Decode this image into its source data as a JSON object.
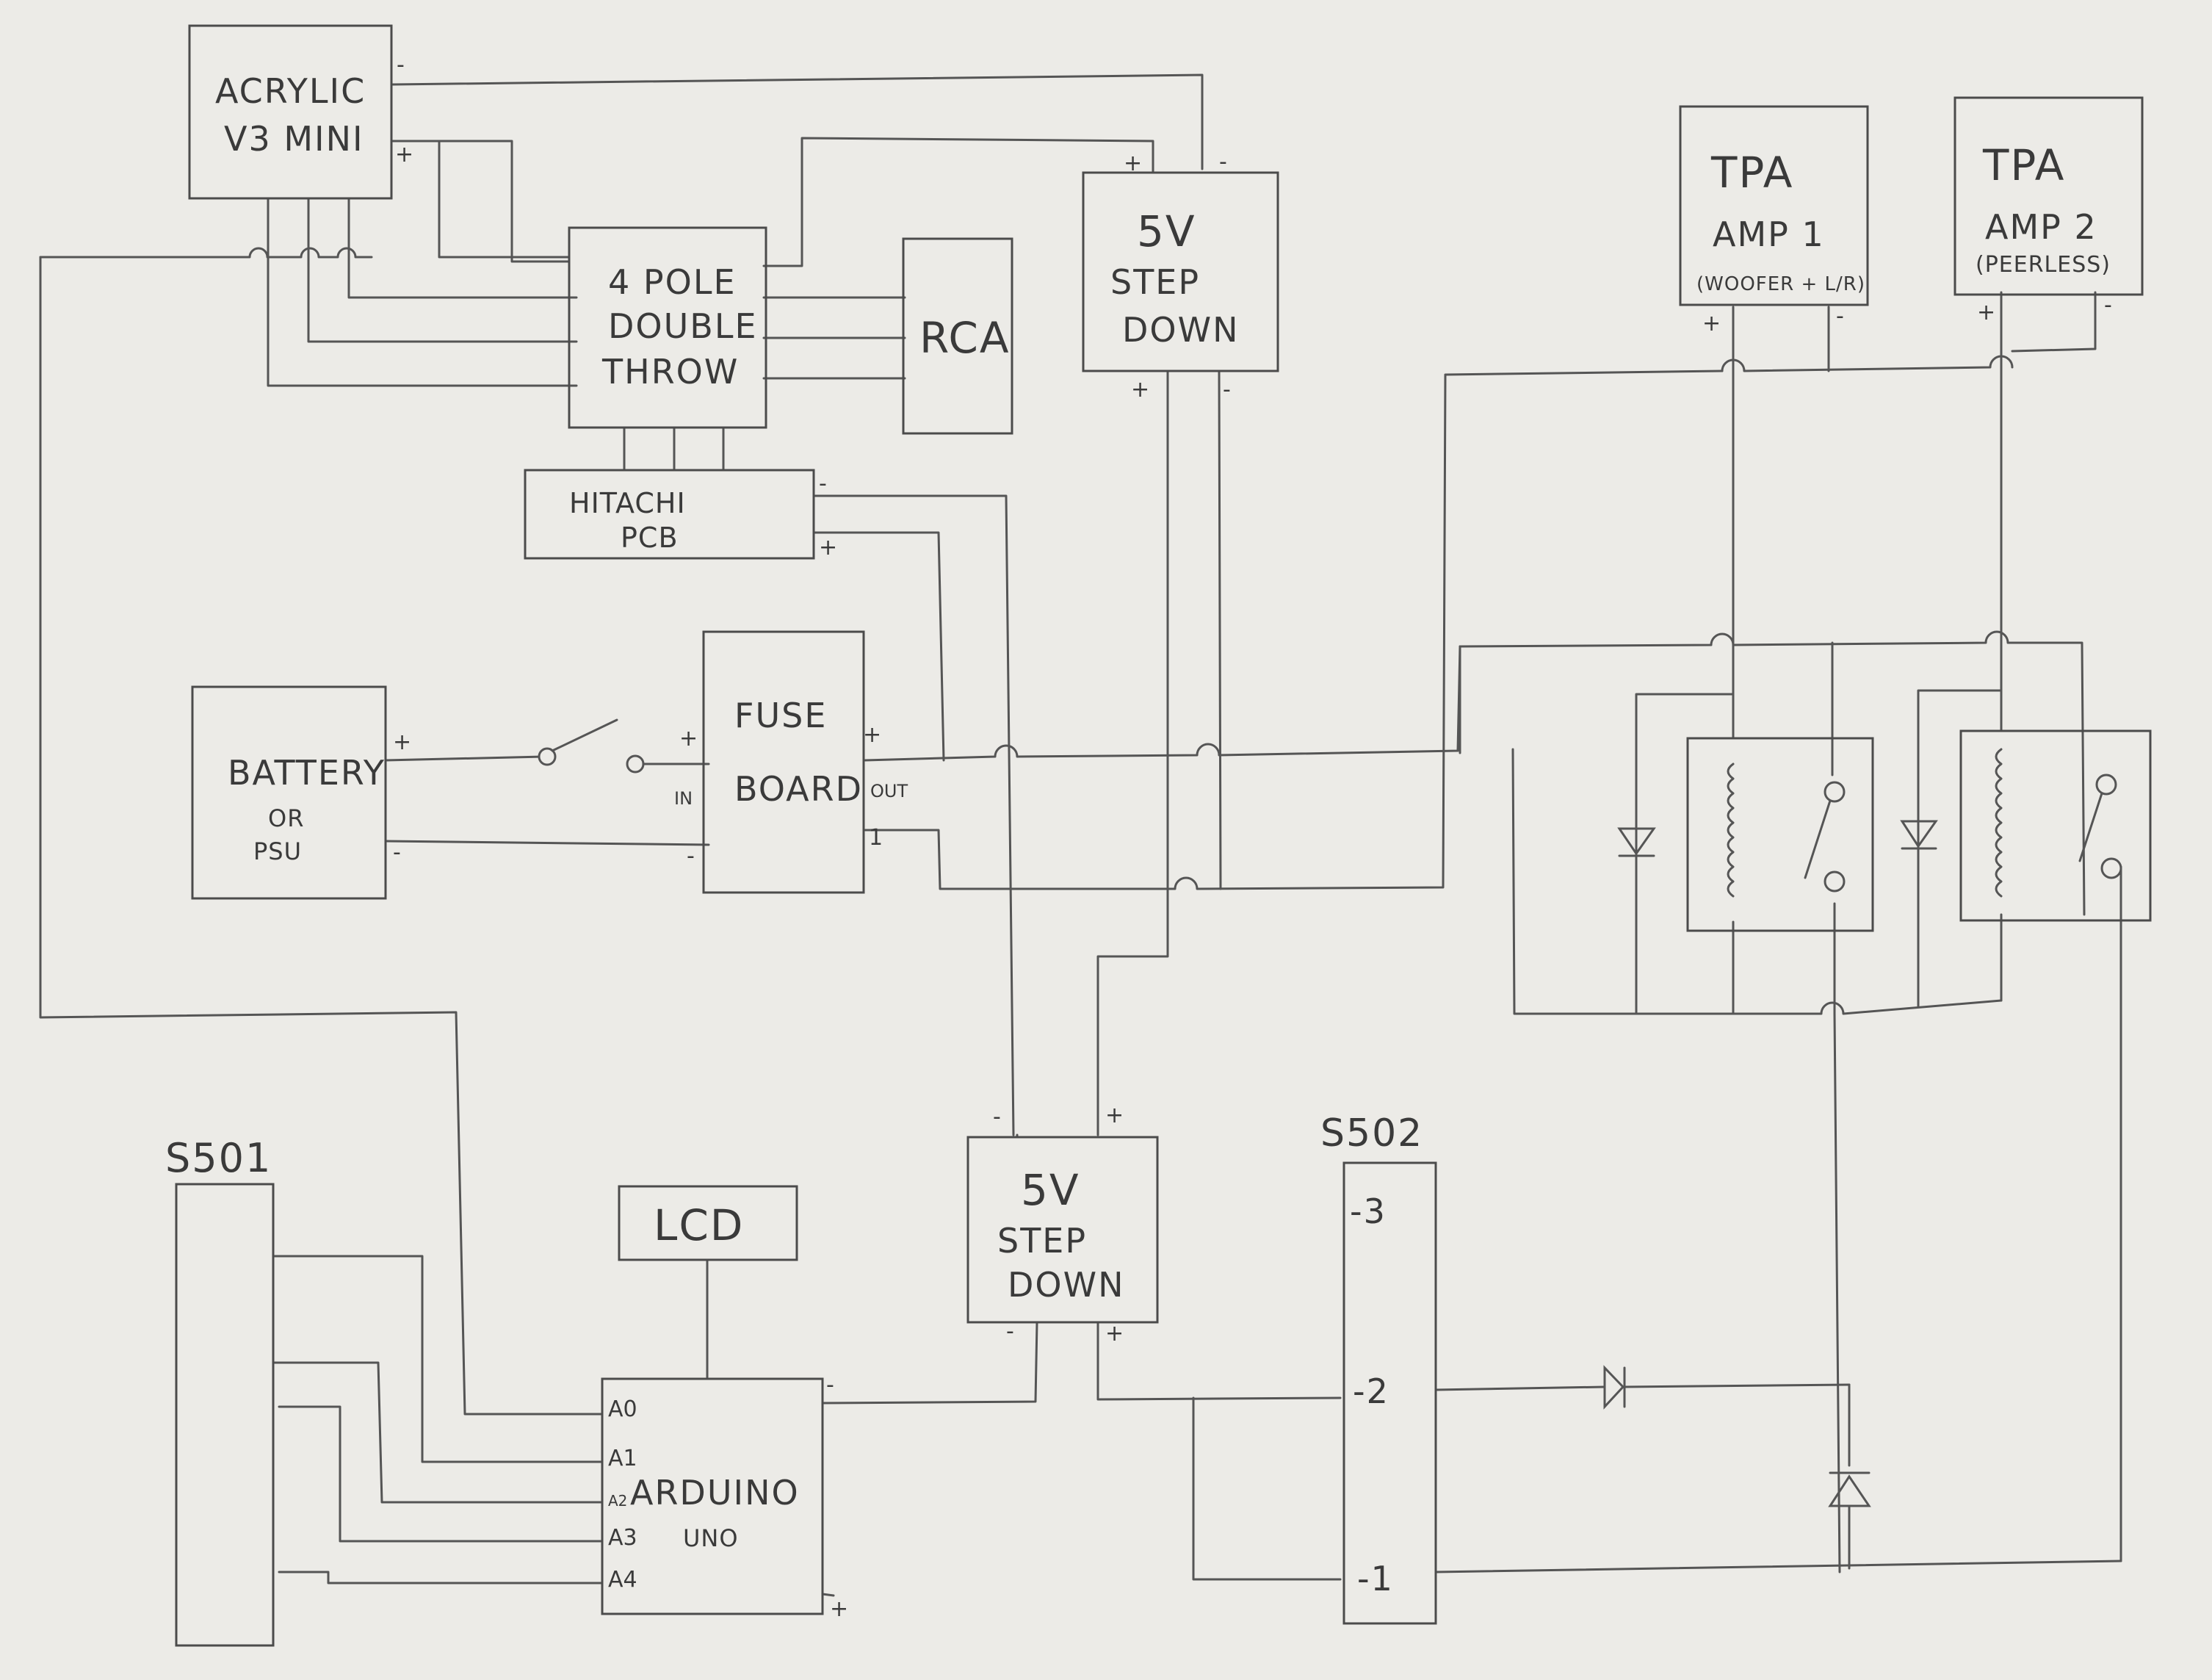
{
  "components": {
    "acrylic": {
      "line1": "ACRYLIC",
      "line2": "V3 MINI"
    },
    "pole": {
      "line1": "4 POLE",
      "line2": "DOUBLE",
      "line3": "THROW"
    },
    "rca": {
      "label": "RCA"
    },
    "stepdown_top": {
      "line1": "5V",
      "line2": "STEP",
      "line3": "DOWN"
    },
    "hitachi": {
      "line1": "HITACHI",
      "line2": "PCB"
    },
    "battery": {
      "line1": "BATTERY",
      "line2": "OR",
      "line3": "PSU"
    },
    "fuse": {
      "line1": "FUSE",
      "line2": "BOARD",
      "in_label": "IN",
      "out_label": "OUT"
    },
    "tpa1": {
      "line1": "TPA",
      "line2": "AMP 1",
      "line3": "(WOOFER + L/R)"
    },
    "tpa2": {
      "line1": "TPA",
      "line2": "AMP 2",
      "line3": "(PEERLESS)"
    },
    "s501": {
      "label": "S501"
    },
    "lcd": {
      "label": "LCD"
    },
    "arduino": {
      "line1": "ARDUINO",
      "line2": "UNO",
      "pins": [
        "A0",
        "A1",
        "A2",
        "A3",
        "A4"
      ]
    },
    "stepdown_bottom": {
      "line1": "5V",
      "line2": "STEP",
      "line3": "DOWN"
    },
    "s502": {
      "label": "S502",
      "pins": [
        "-3",
        "-2",
        "-1"
      ]
    }
  },
  "polarity": {
    "plus": "+",
    "minus": "-",
    "one": "1"
  }
}
